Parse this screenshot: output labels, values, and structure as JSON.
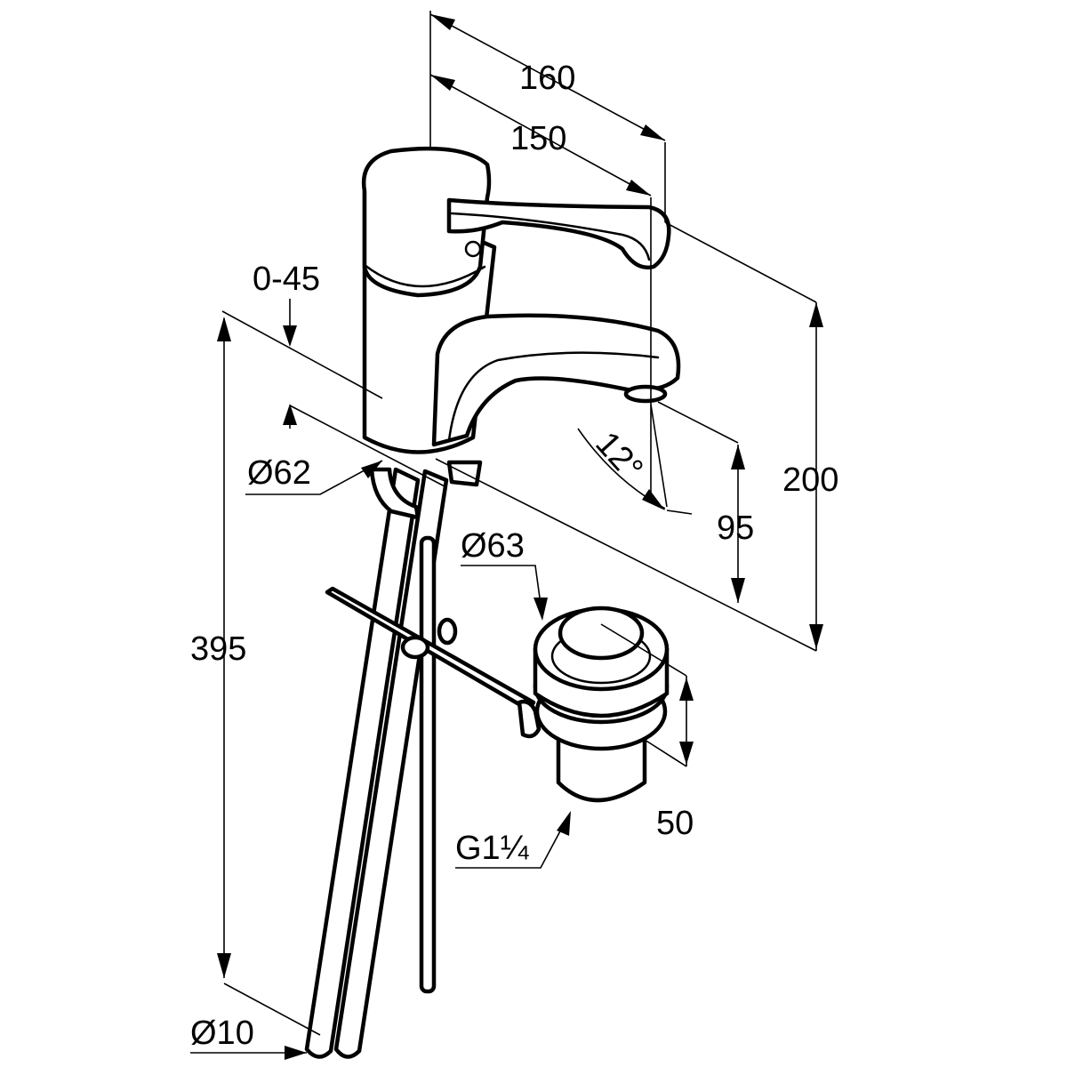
{
  "drawing": {
    "subject": "single-lever basin mixer with long lever handle, pop-up waste and rod",
    "dimensions": {
      "width_overall": "160",
      "handle_reach": "150",
      "spout_range": "0-45",
      "base_diameter": "Ø62",
      "height_total": "200",
      "spout_height": "95",
      "spout_angle": "12°",
      "waste_diameter": "Ø63",
      "waste_height": "50",
      "waste_thread": "G1¼",
      "hose_length": "395",
      "hose_diameter": "Ø10"
    }
  }
}
